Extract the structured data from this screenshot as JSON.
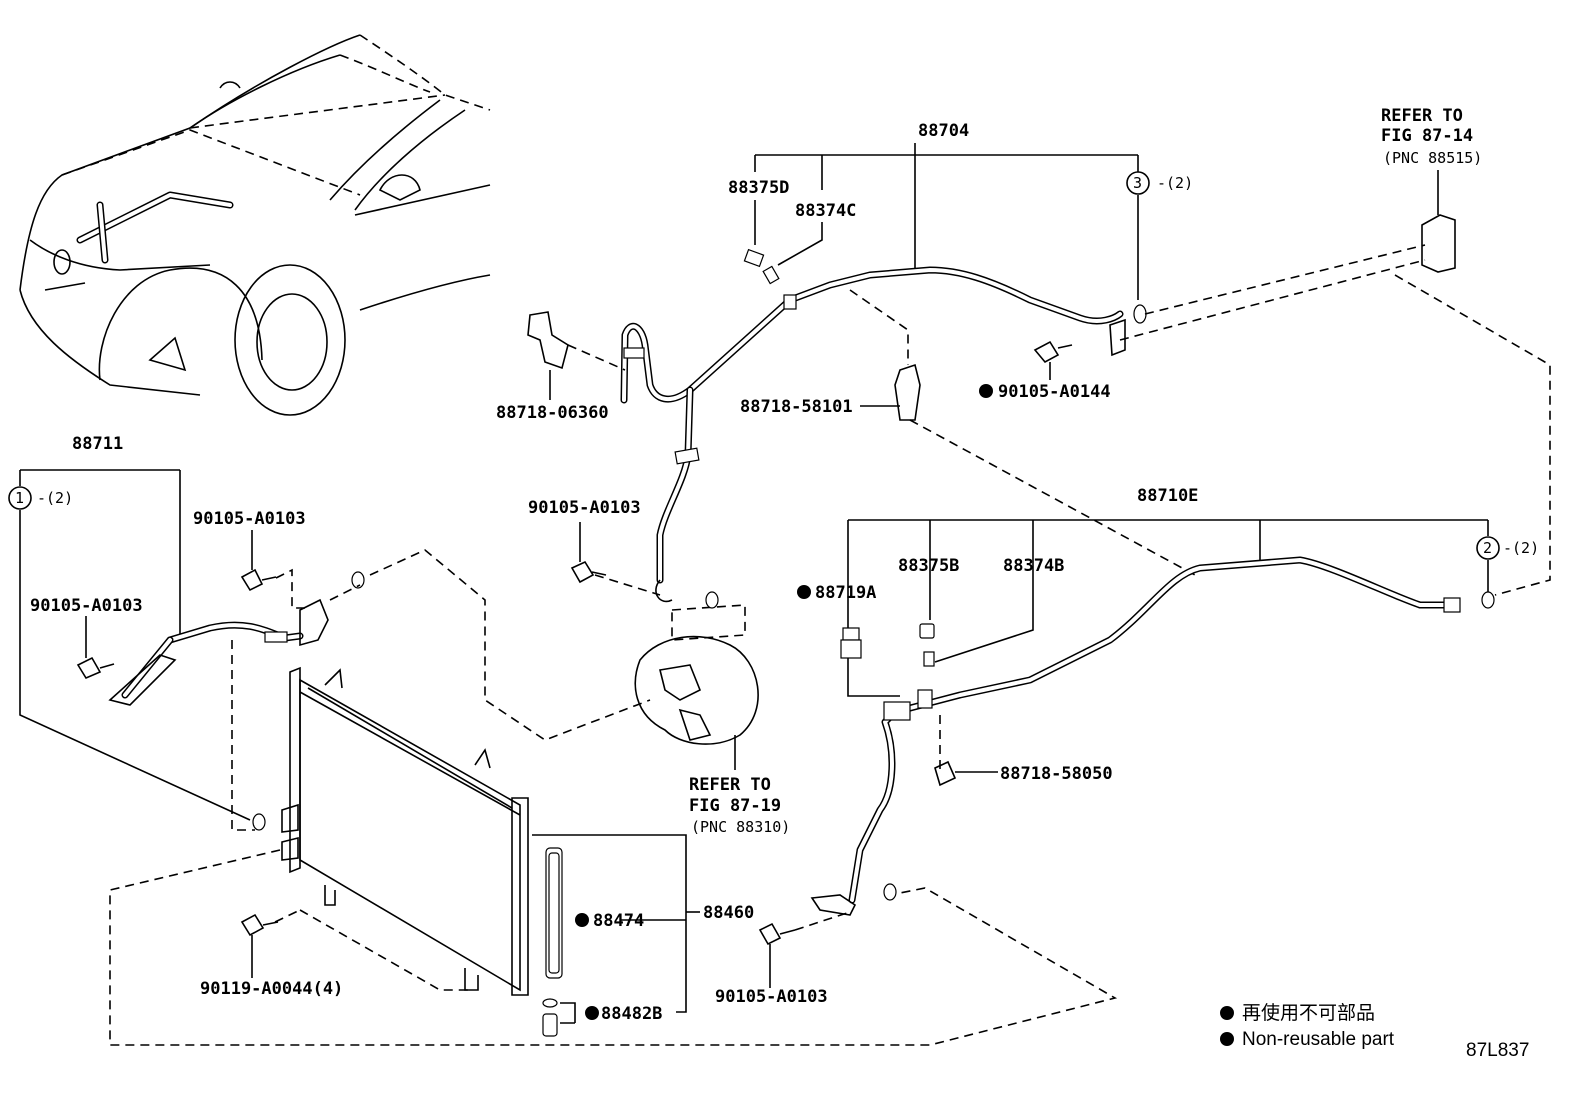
{
  "diagram_id": "87L837",
  "refs": {
    "top_right": {
      "line1": "REFER TO",
      "line2": "FIG 87-14",
      "line3": "(PNC 88515)"
    },
    "compressor": {
      "line1": "REFER TO",
      "line2": "FIG 87-19",
      "line3": "(PNC 88310)"
    }
  },
  "parts": {
    "p88704": "88704",
    "p88375D": "88375D",
    "p88374C": "88374C",
    "p88718_06360": "88718-06360",
    "p88718_58101": "88718-58101",
    "p90105_A0144": "90105-A0144",
    "p88711": "88711",
    "p90105_A0103_a": "90105-A0103",
    "p90105_A0103_b": "90105-A0103",
    "p90105_A0103_c": "90105-A0103",
    "p90105_A0103_d": "90105-A0103",
    "p88710E": "88710E",
    "p88719A": "88719A",
    "p88375B": "88375B",
    "p88374B": "88374B",
    "p88718_58050": "88718-58050",
    "p88474": "88474",
    "p88460": "88460",
    "p88482B": "88482B",
    "p90119_A0044": "90119-A0044(4)"
  },
  "callouts": {
    "c1": {
      "num": "1",
      "qty": "-(2)"
    },
    "c2": {
      "num": "2",
      "qty": "-(2)"
    },
    "c3": {
      "num": "3",
      "qty": "-(2)"
    }
  },
  "legend": {
    "jp": "再使用不可部品",
    "en": "Non-reusable part"
  }
}
